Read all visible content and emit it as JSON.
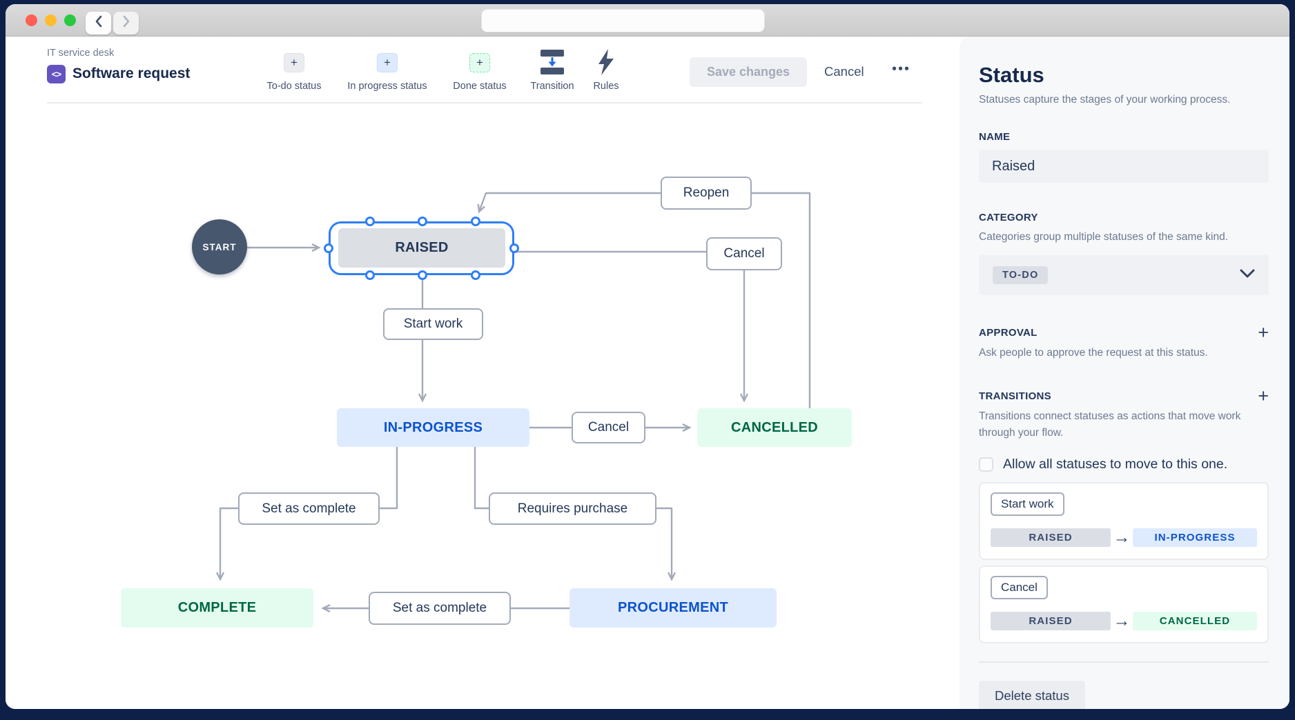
{
  "icons": {
    "plus": "+",
    "ellipsis": "•••",
    "arrow_right": "→",
    "code": "<>"
  },
  "toolbar": {
    "breadcrumb": "IT service desk",
    "title": "Software request",
    "add_buttons": [
      {
        "label": "To-do status"
      },
      {
        "label": "In progress status"
      },
      {
        "label": "Done status"
      }
    ],
    "transition_label": "Transition",
    "rules_label": "Rules",
    "save_label": "Save changes",
    "cancel_label": "Cancel"
  },
  "diagram": {
    "start_label": "START",
    "nodes": [
      {
        "id": "raised",
        "label": "RAISED",
        "category": "todo"
      },
      {
        "id": "in-progress",
        "label": "IN-PROGRESS",
        "category": "in-progress"
      },
      {
        "id": "cancelled",
        "label": "CANCELLED",
        "category": "done"
      },
      {
        "id": "complete",
        "label": "COMPLETE",
        "category": "done"
      },
      {
        "id": "procurement",
        "label": "PROCUREMENT",
        "category": "in-progress"
      }
    ],
    "labels": {
      "reopen": "Reopen",
      "cancel_top": "Cancel",
      "start_work": "Start work",
      "cancel_mid": "Cancel",
      "set_complete_left": "Set as complete",
      "requires_purchase": "Requires purchase",
      "set_complete_bottom": "Set as complete"
    }
  },
  "sidebar": {
    "title": "Status",
    "subtitle": "Statuses capture the stages of your working process.",
    "name_label": "NAME",
    "name_value": "Raised",
    "category_label": "CATEGORY",
    "category_desc": "Categories group multiple statuses of the same kind.",
    "category_value": "TO-DO",
    "approval_label": "APPROVAL",
    "approval_desc": "Ask people to approve the request at this status.",
    "transitions_label": "TRANSITIONS",
    "transitions_desc": "Transitions connect statuses as actions that move work through your flow.",
    "allow_all_label": "Allow all statuses to move to this one.",
    "transitions": [
      {
        "name": "Start work",
        "from": "RAISED",
        "to": "IN-PROGRESS"
      },
      {
        "name": "Cancel",
        "from": "RAISED",
        "to": "CANCELLED"
      }
    ],
    "delete_label": "Delete status"
  },
  "colors": {
    "selection_blue": "#2E7FF6",
    "todo_gray_bg": "#DCDFE4",
    "inprogress_blue_bg": "#DEEBFF",
    "inprogress_blue_text": "#0C52CC",
    "done_green_bg": "#E3FCEF",
    "done_green_text": "#006644",
    "connector_gray": "#A2AAB9",
    "panel_bg": "#F7F8F9",
    "frame_navy": "#0E2048"
  }
}
